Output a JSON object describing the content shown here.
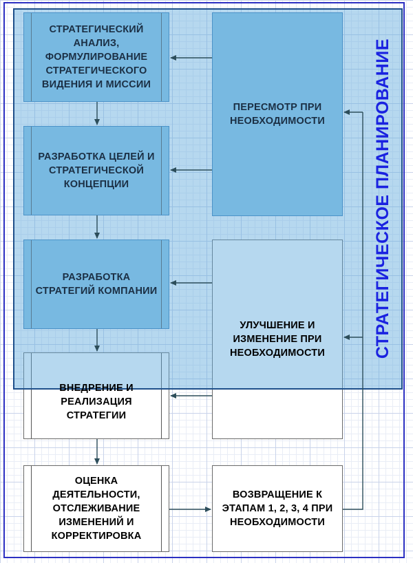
{
  "diagram": {
    "side_label": "СТРАТЕГИЧЕСКОЕ ПЛАНИРОВАНИЕ",
    "boxes": {
      "analysis": "СТРАТЕГИЧЕСКИЙ АНАЛИЗ, ФОРМУЛИРОВАНИЕ СТРАТЕГИЧЕСКОГО ВИДЕНИЯ И МИССИИ",
      "goals": "РАЗРАБОТКА ЦЕЛЕЙ И СТРАТЕГИЧЕСКОЙ КОНЦЕПЦИИ",
      "strategies": "РАЗРАБОТКА СТРАТЕГИЙ КОМПАНИИ",
      "implementation": "ВНЕДРЕНИЕ И РЕАЛИЗАЦИЯ СТРАТЕГИИ",
      "evaluation": "ОЦЕНКА ДЕЯТЕЛЬНОСТИ, ОТСЛЕЖИВАНИЕ ИЗМЕНЕНИЙ И КОРРЕКТИРОВКА",
      "review": "ПЕРЕСМОТР ПРИ НЕОБХОДИМОСТИ",
      "improvement": "УЛУЧШЕНИЕ И ИЗМЕНЕНИЕ ПРИ НЕОБХОДИМОСТИ",
      "return": "ВОЗВРАЩЕНИЕ К ЭТАПАМ 1, 2, 3, 4 ПРИ НЕОБХОДИМОСТИ"
    },
    "colors": {
      "box_fill": "#8ec7e6",
      "overlay": "#5da8dc",
      "label": "#1a22e0",
      "border": "#2b2fc2",
      "arrow": "#2c4d5a"
    }
  }
}
